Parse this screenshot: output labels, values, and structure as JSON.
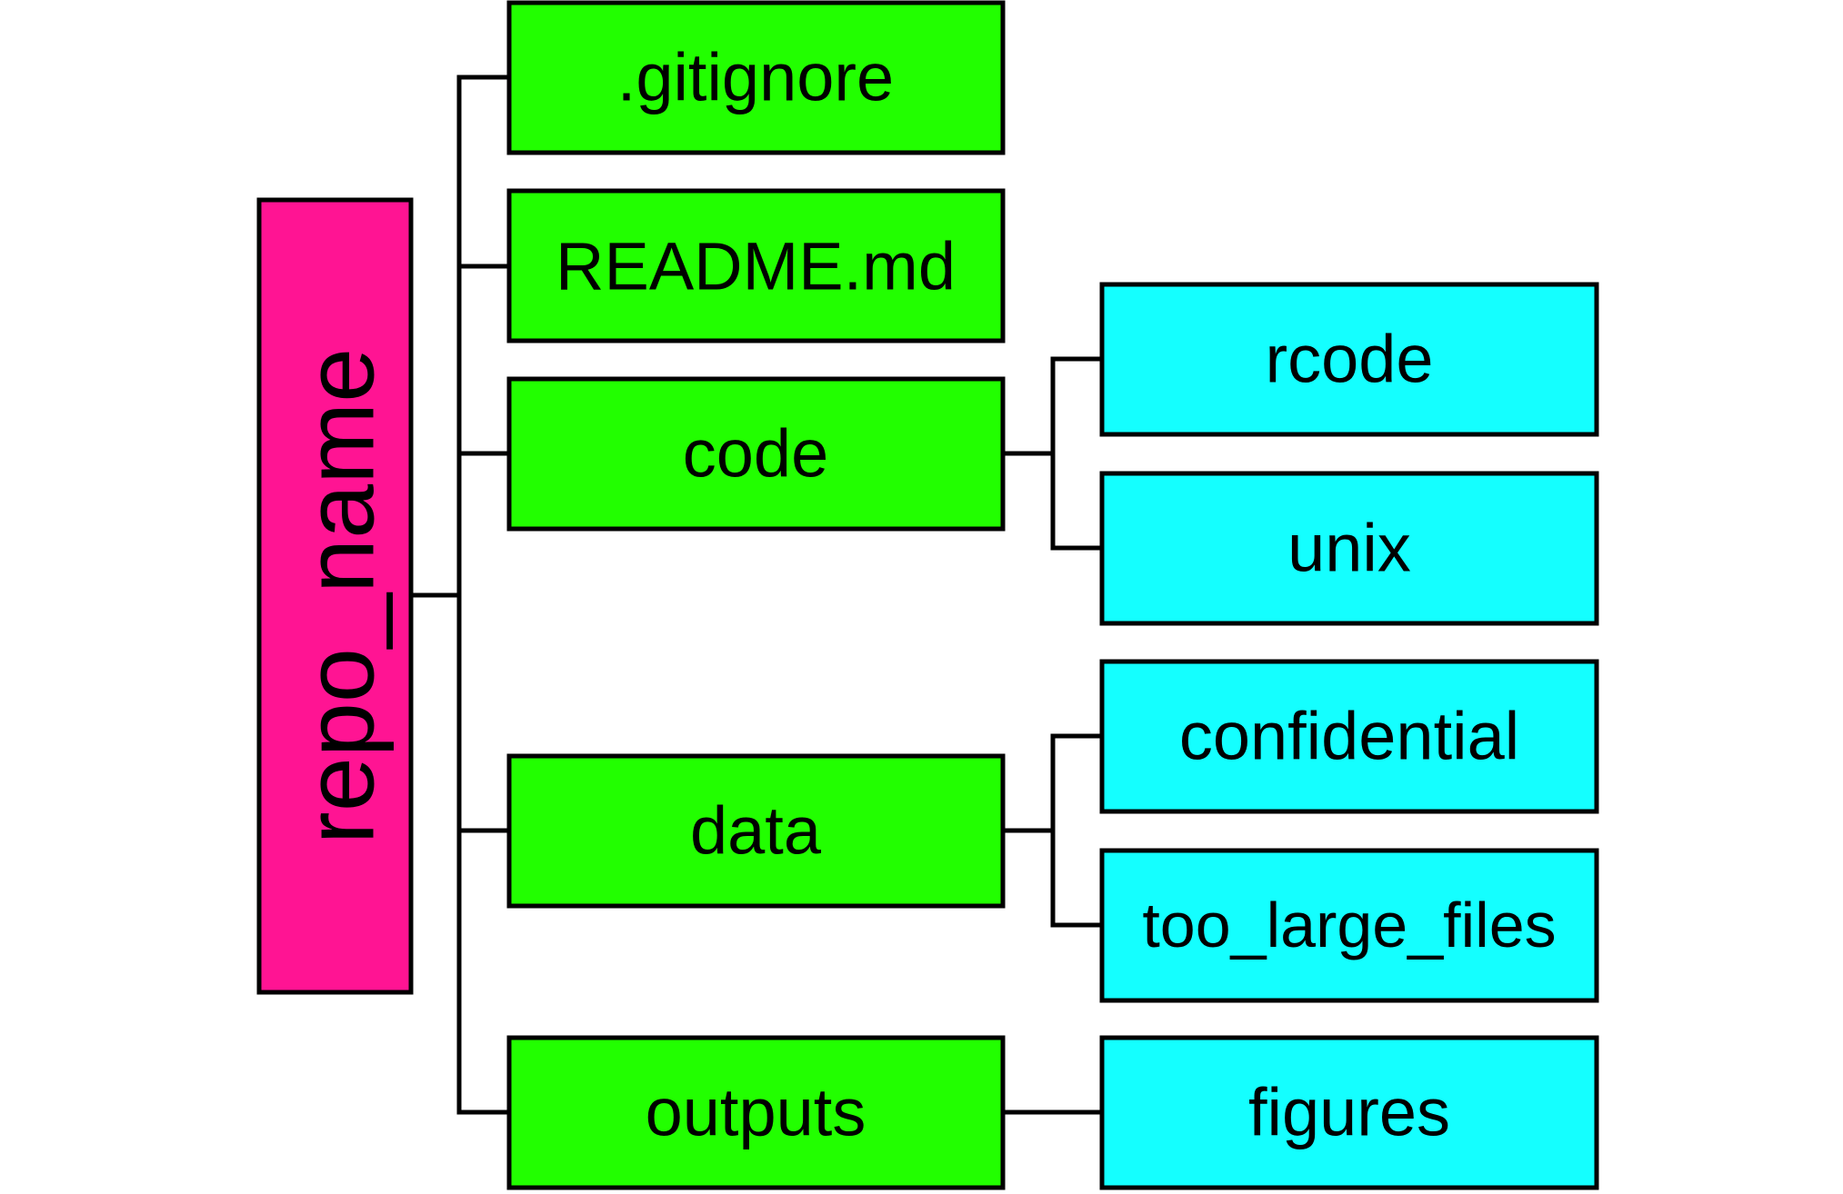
{
  "root": {
    "label": "repo_name",
    "color": "#ff1493"
  },
  "level1_color": "#22ff00",
  "level2_color": "#14ffff",
  "items": [
    {
      "label": ".gitignore",
      "children": []
    },
    {
      "label": "README.md",
      "children": []
    },
    {
      "label": "code",
      "children": [
        {
          "label": "rcode"
        },
        {
          "label": "unix"
        }
      ]
    },
    {
      "label": "data",
      "children": [
        {
          "label": "confidential"
        },
        {
          "label": "too_large_files"
        }
      ]
    },
    {
      "label": "outputs",
      "children": [
        {
          "label": "figures"
        }
      ]
    }
  ]
}
